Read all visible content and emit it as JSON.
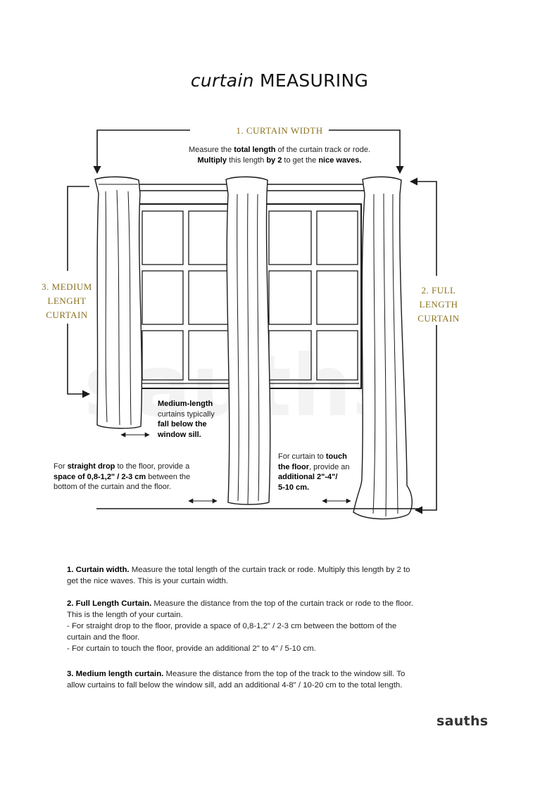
{
  "title": {
    "italic": "curtain",
    "rest": " MEASURING"
  },
  "diagram": {
    "width_label": "1. CURTAIN WIDTH",
    "width_note": {
      "l1a": "Measure the ",
      "l1b": "total length",
      "l1c": " of the curtain track or rode.",
      "l2a": "Multiply",
      "l2b": " this length ",
      "l2c": "by 2",
      "l2d": " to get the ",
      "l2e": "nice waves."
    },
    "medium_label": [
      "3. MEDIUM",
      "LENGHT",
      "CURTAIN"
    ],
    "full_label": [
      "2. FULL",
      "LENGTH",
      "CURTAIN"
    ],
    "medium_note": {
      "a": "Medium-length",
      "b": "curtains typically",
      "c": "fall below the",
      "d": "window sill."
    },
    "drop_note": {
      "l1a": "For ",
      "l1b": "straight drop",
      "l1c": " to the floor, provide a",
      "l2a": "space of 0,8-1,2\" / 2-3 cm",
      "l2b": " between the",
      "l3": "bottom of the curtain and the floor."
    },
    "touch_note": {
      "l1a": "For curtain to ",
      "l1b": "touch",
      "l2a": "the floor",
      "l2b": ", provide an",
      "l3": "additional 2\"-4\"/",
      "l4": "5-10 cm."
    },
    "colors": {
      "accent": "#8a7321",
      "line": "#1a1a1a"
    }
  },
  "instructions": {
    "p1": {
      "head": "1. Curtain width.",
      "body": " Measure the total length of the curtain track or rode. Multiply this length by 2 to get the nice waves. This is your curtain width."
    },
    "p2": {
      "head": "2. Full Length Curtain.",
      "body": " Measure the distance from the top of the curtain track or rode to the floor. This is the length of your curtain.",
      "b1": "- For straight drop to the floor, provide a space of 0,8-1,2\" / 2-3 cm between the bottom of the curtain and the floor.",
      "b2": "- For curtain to touch the floor, provide an additional 2\" to 4\" / 5-10 cm."
    },
    "p3": {
      "head": "3. Medium length curtain.",
      "body": " Measure the distance from the top of the track to the window sill. To allow curtains to fall below the window sill, add an additional 4-8\" / 10-20 cm to the total length."
    }
  },
  "brand": "sauths"
}
